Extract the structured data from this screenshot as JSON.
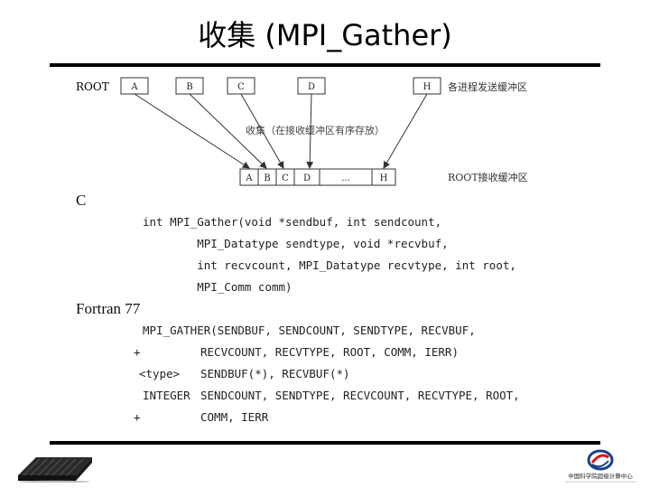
{
  "title": "收集 (MPI_Gather)",
  "diagram": {
    "root_label": "ROOT",
    "source_boxes": [
      "A",
      "B",
      "C",
      "D",
      "H"
    ],
    "send_buffer_label": "各进程发送缓冲区",
    "gather_label": "收集（在接收缓冲区有序存放）",
    "recv_cells": [
      "A",
      "B",
      "C",
      "D",
      "...",
      "H"
    ],
    "recv_buffer_label": "ROOT接收缓冲区"
  },
  "c_section": {
    "label": "C",
    "lines": [
      "int MPI_Gather(void *sendbuf, int sendcount,",
      "        MPI_Datatype sendtype, void *recvbuf,",
      "        int recvcount, MPI_Datatype recvtype, int root,",
      "        MPI_Comm comm)"
    ]
  },
  "fortran_section": {
    "label": "Fortran 77",
    "lines": [
      {
        "prefix": "",
        "text": "MPI_GATHER(SENDBUF, SENDCOUNT, SENDTYPE, RECVBUF,"
      },
      {
        "prefix": "+",
        "text": "RECVCOUNT, RECVTYPE, ROOT, COMM, IERR)"
      },
      {
        "prefix": "<type>",
        "text": "SENDBUF(*), RECVBUF(*)"
      },
      {
        "prefix": "INTEGER",
        "text": "SENDCOUNT, SENDTYPE, RECVCOUNT, RECVTYPE, ROOT,"
      },
      {
        "prefix": "+",
        "text": "COMM, IERR"
      }
    ]
  },
  "footer": {
    "right_logo_text": "中国科学院超级计算中心"
  }
}
